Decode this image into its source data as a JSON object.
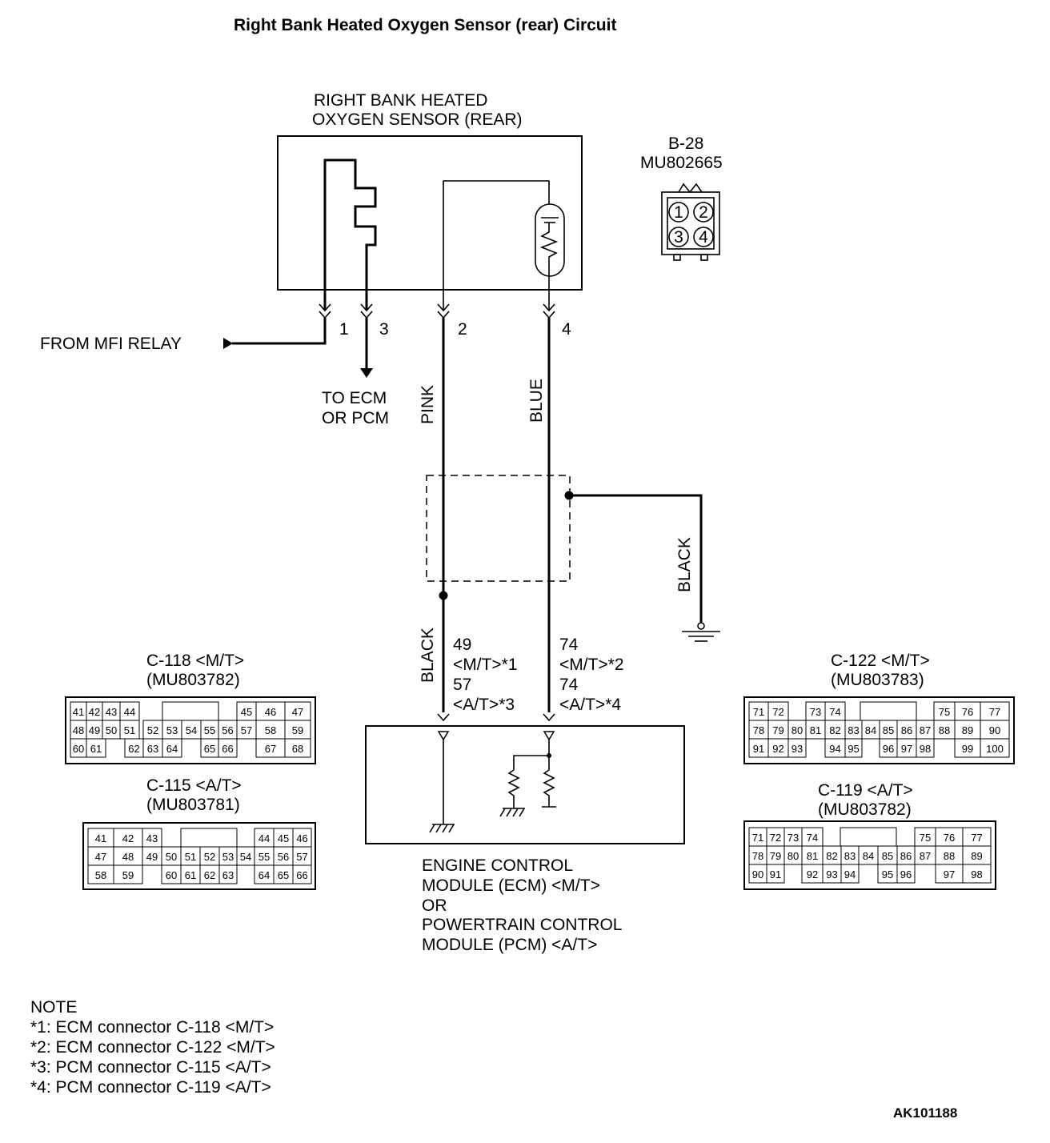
{
  "title": "Right Bank Heated Oxygen Sensor (rear) Circuit",
  "sensor": {
    "name_line1": "RIGHT BANK HEATED",
    "name_line2": "OXYGEN SENSOR (REAR)"
  },
  "sensor_connector": {
    "id": "B-28",
    "part": "MU802665",
    "pins": [
      "1",
      "2",
      "3",
      "4"
    ]
  },
  "terminals": [
    "1",
    "3",
    "2",
    "4"
  ],
  "from_mfi_relay": "FROM MFI RELAY",
  "to_ecm_line1": "TO ECM",
  "to_ecm_line2": "OR PCM",
  "wire_colors": {
    "pin2": "PINK",
    "pin4": "BLUE",
    "shield": "BLACK",
    "lower": "BLACK"
  },
  "ecm_terminals": {
    "left": [
      "49",
      "<M/T>*1",
      "57",
      "<A/T>*3"
    ],
    "right": [
      "74",
      "<M/T>*2",
      "74",
      "<A/T>*4"
    ]
  },
  "ecm": {
    "line1": "ENGINE CONTROL",
    "line2": "MODULE (ECM) <M/T>",
    "line3": "OR",
    "line4": "POWERTRAIN CONTROL",
    "line5": "MODULE (PCM) <A/T>"
  },
  "connectors": [
    {
      "id": "C-118 <M/T>",
      "part": "(MU803782)"
    },
    {
      "id": "C-115 <A/T>",
      "part": "(MU803781)"
    },
    {
      "id": "C-122 <M/T>",
      "part": "(MU803783)"
    },
    {
      "id": "C-119 <A/T>",
      "part": "(MU803782)"
    }
  ],
  "note": {
    "heading": "NOTE",
    "lines": [
      "*1: ECM connector C-118 <M/T>",
      "*2: ECM connector C-122 <M/T>",
      "*3: PCM connector C-115 <A/T>",
      "*4: PCM connector C-119 <A/T>"
    ]
  },
  "code": "AK101188"
}
